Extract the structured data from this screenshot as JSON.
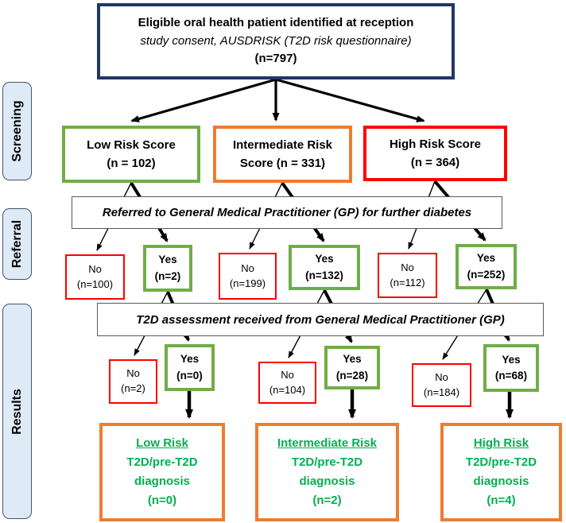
{
  "palette": {
    "navy": "#1F3864",
    "green": "#70AD47",
    "orange": "#ED7D31",
    "red": "#FF0000",
    "green_text": "#00B050",
    "sidebar_fill": "#DEEBF7",
    "sidebar_border": "#44546A",
    "band_border": "#595959",
    "arrow": "#000000"
  },
  "sidebar": {
    "tabs": [
      {
        "label": "Screening"
      },
      {
        "label": "Referral"
      },
      {
        "label": "Results"
      }
    ]
  },
  "top_box": {
    "title": "Eligible oral health patient identified at reception",
    "subtitle": "study consent, AUSDRISK (T2D risk questionnaire)",
    "count": "(n=797)"
  },
  "screening_row": [
    {
      "line1": "Low Risk Score",
      "line2": "(n = 102)",
      "border_color": "#70AD47"
    },
    {
      "line1": "Intermediate Risk",
      "line2": "Score (n = 331)",
      "border_color": "#ED7D31"
    },
    {
      "line1": "High Risk Score",
      "line2": "(n = 364)",
      "border_color": "#FF0000"
    }
  ],
  "referral_band": {
    "text": "Referred to General Medical Practitioner (GP) for further diabetes"
  },
  "referral_row": [
    {
      "label": "No",
      "count": "(n=100)"
    },
    {
      "label": "Yes",
      "count": "(n=2)"
    },
    {
      "label": "No",
      "count": "(n=199)"
    },
    {
      "label": "Yes",
      "count": "(n=132)"
    },
    {
      "label": "No",
      "count": "(n=112)"
    },
    {
      "label": "Yes",
      "count": "(n=252)"
    }
  ],
  "assessment_band": {
    "text": "T2D assessment received from General Medical Practitioner (GP)"
  },
  "results_row": [
    {
      "label": "No",
      "count": "(n=2)"
    },
    {
      "label": "Yes",
      "count": "(n=0)"
    },
    {
      "label": "No",
      "count": "(n=104)"
    },
    {
      "label": "Yes",
      "count": "(n=28)"
    },
    {
      "label": "No",
      "count": "(n=184)"
    },
    {
      "label": "Yes",
      "count": "(n=68)"
    }
  ],
  "outcome_row": [
    {
      "title": "Low Risk",
      "line2": "T2D/pre-T2D",
      "line3": "diagnosis",
      "count": "(n=0)"
    },
    {
      "title": "Intermediate Risk",
      "line2": "T2D/pre-T2D",
      "line3": "diagnosis",
      "count": "(n=2)"
    },
    {
      "title": "High Risk",
      "line2": "T2D/pre-T2D",
      "line3": "diagnosis",
      "count": "(n=4)"
    }
  ]
}
